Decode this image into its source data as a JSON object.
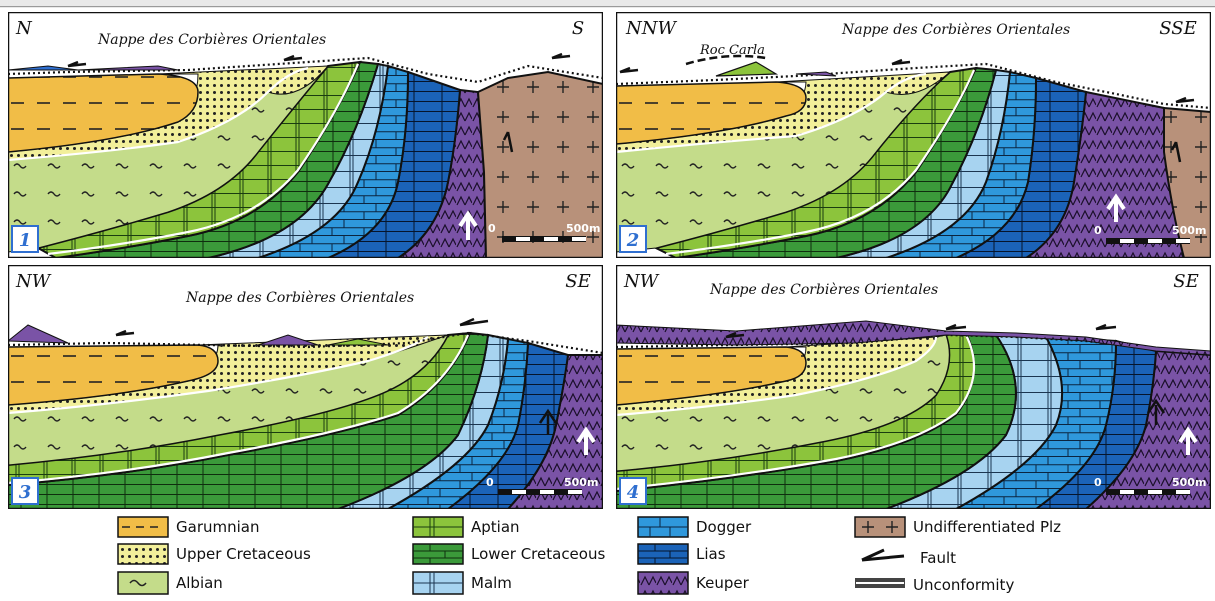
{
  "panels": [
    {
      "number": "1",
      "left_orientation": "N",
      "right_orientation": "S",
      "title": "Nappe des Corbières Orientales",
      "label": "",
      "scale_start": "0",
      "scale_end": "500m"
    },
    {
      "number": "2",
      "left_orientation": "NNW",
      "right_orientation": "SSE",
      "title": "Nappe des Corbières Orientales",
      "label": "Roc Carla",
      "scale_start": "0",
      "scale_end": "500m"
    },
    {
      "number": "3",
      "left_orientation": "NW",
      "right_orientation": "SE",
      "title": "Nappe des Corbières Orientales",
      "label": "",
      "scale_start": "0",
      "scale_end": "500m"
    },
    {
      "number": "4",
      "left_orientation": "NW",
      "right_orientation": "SE",
      "title": "Nappe des Corbières Orientales",
      "label": "",
      "scale_start": "0",
      "scale_end": "500m"
    }
  ],
  "legend": [
    {
      "label": "Garumnian",
      "color": "#f1bd47",
      "pattern": "dashes"
    },
    {
      "label": "Upper Cretaceous",
      "color": "#f2ef9a",
      "pattern": "dots"
    },
    {
      "label": "Albian",
      "color": "#c4dc8a",
      "pattern": "tilde"
    },
    {
      "label": "Aptian",
      "color": "#8cc43c",
      "pattern": "blocks"
    },
    {
      "label": "Lower Cretaceous",
      "color": "#3b9a3a",
      "pattern": "blocks"
    },
    {
      "label": "Malm",
      "color": "#a7d3f0",
      "pattern": "blocks"
    },
    {
      "label": "Dogger",
      "color": "#2f98dc",
      "pattern": "blocks"
    },
    {
      "label": "Lias",
      "color": "#1b63b8",
      "pattern": "blocks"
    },
    {
      "label": "Keuper",
      "color": "#7a53a6",
      "pattern": "chevrons"
    },
    {
      "label": "Undifferentiated Plz",
      "color": "#b8917a",
      "pattern": "crosses"
    },
    {
      "label": "Fault",
      "color": "#000000",
      "pattern": "half-arrow"
    },
    {
      "label": "Unconformity",
      "color": "#ffffff",
      "pattern": "double-line"
    }
  ]
}
